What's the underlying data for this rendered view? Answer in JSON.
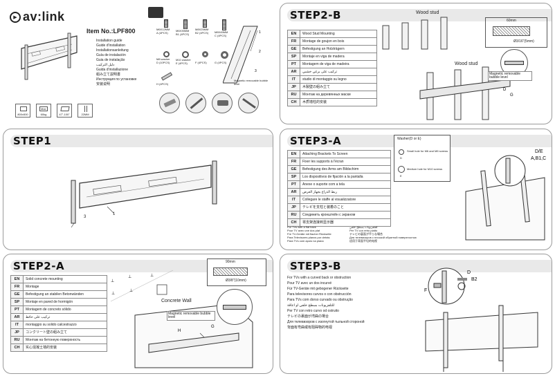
{
  "brand": {
    "name": "av:link"
  },
  "cover": {
    "item_no": "Item No.:LPF800",
    "guides": [
      "Installation guide",
      "Guide d'installation",
      "Installationsanleitung",
      "Guía de instalación",
      "Guia de instalação",
      "دليل التركيب",
      "Guida d'installazione",
      "組み立て説明書",
      "Инструкция по установке",
      "安装说明"
    ],
    "specs": [
      {
        "icon": "vesa-icon",
        "label": "800x500"
      },
      {
        "icon": "weight-icon",
        "label": "Max",
        "sub": "60kg"
      },
      {
        "icon": "screen-size-icon",
        "label": "47\"-100\""
      },
      {
        "icon": "depth-icon",
        "label": "22MM"
      }
    ],
    "screws": [
      {
        "size": "M6X12MM",
        "code": "A (4PCS)"
      },
      {
        "size": "M6X35MM",
        "code": "B1 (4PCS)"
      },
      {
        "size": "M8X25MM",
        "code": "B2 (4PCS)"
      },
      {
        "size": "M8X45MM",
        "code": "C (4PCS)"
      }
    ],
    "washers": [
      {
        "size": "M8 washer",
        "code": "D (10PCS)"
      },
      {
        "size": "M10 washer",
        "code": "E (4PCS)"
      },
      {
        "size": "",
        "code": "F (4PCS)"
      },
      {
        "size": "",
        "code": "G (4PCS)"
      }
    ],
    "anchor_code": "H (4PCS)",
    "bubble_level": "Magnetic removable bubble level",
    "parts": [
      "1",
      "2",
      "3"
    ]
  },
  "step1": {
    "title": "STEP1",
    "labels": [
      "1",
      "3"
    ]
  },
  "step2a": {
    "title": "STEP2-A",
    "rows": [
      {
        "code": "EN",
        "text": "Solid concrete mounting"
      },
      {
        "code": "FR",
        "text": "Montage"
      },
      {
        "code": "GE",
        "text": "Befestigung an stabilen Betonwänden"
      },
      {
        "code": "SP",
        "text": "Montaje en pared de hormigón"
      },
      {
        "code": "PT",
        "text": "Montagem de concreto sólido"
      },
      {
        "code": "AR",
        "text": "تركيب على حائط"
      },
      {
        "code": "IT",
        "text": "montaggio su solido calcestrazzo"
      },
      {
        "code": "JP",
        "text": "コンクリート壁の組み立て"
      },
      {
        "code": "RU",
        "text": "Монтаж на бетонную поверхность"
      },
      {
        "code": "CH",
        "text": "实心混凝土墙的安装"
      }
    ],
    "dim": "90mm",
    "drill": "Ø3/8\"(10mm)",
    "wall_label": "Concrete Wall",
    "level_label": "Magnetic removable bubble level",
    "letters": [
      "H",
      "G"
    ]
  },
  "step2b": {
    "title": "STEP2-B",
    "rows": [
      {
        "code": "EN",
        "text": "Wood Stud Mounting"
      },
      {
        "code": "FR",
        "text": "Montage de goujon en bois"
      },
      {
        "code": "GE",
        "text": "Befestigung an Holzträgern"
      },
      {
        "code": "SP",
        "text": "Montaje en viga de madera"
      },
      {
        "code": "PT",
        "text": "Montagem de viga de madeira"
      },
      {
        "code": "AR",
        "text": "تركيب على برغي خشبي"
      },
      {
        "code": "IT",
        "text": "studio di montaggio su legno"
      },
      {
        "code": "JP",
        "text": "木製壁の組み立て"
      },
      {
        "code": "RU",
        "text": "Монтаж на деревянных маски"
      },
      {
        "code": "CH",
        "text": "木质墙柱的安装"
      }
    ],
    "stud_label": "Wood stud",
    "stud_label2": "Wood stud",
    "dim": "60mm",
    "drill": "Ø3/16\"(5mm)",
    "level_label": "Magnetic removable bubble level",
    "letters": [
      "D",
      "G"
    ]
  },
  "step3a": {
    "title": "STEP3-A",
    "rows": [
      {
        "code": "EN",
        "text": "Attaching Brackets To Screen"
      },
      {
        "code": "FR",
        "text": "Fixer les supports à l'écran"
      },
      {
        "code": "GE",
        "text": "Befestigung des Arms am Bildschirm"
      },
      {
        "code": "SP",
        "text": "Los dispositivos de fijación a la pantalla"
      },
      {
        "code": "PT",
        "text": "Anexe o suporte com a tela"
      },
      {
        "code": "AR",
        "text": "ربط الذراع بجهاز العرض"
      },
      {
        "code": "IT",
        "text": "Collegare le staffe al visualizzatore"
      },
      {
        "code": "JP",
        "text": "テレビを支柱と装着のこと"
      },
      {
        "code": "RU",
        "text": "Соединить кронштейн с экраном"
      },
      {
        "code": "CH",
        "text": "将支架连接到显示器"
      }
    ],
    "flat_notes": [
      "For TVs with a flat back",
      "Pour TV avec une dos plat",
      "Für TV-Geräte mit flacher Rückseite",
      "Para Televisores planos por detrás",
      "Para TVs com apoio na plana"
    ],
    "flat_notes_right": [
      "للتلفزيونات بسطح خلفي",
      "Per TV con retro piatto",
      "テレビの裏面が平らな場合",
      "Для телевизоров с плоской обратной поверхностью",
      "适用于背面平坦的电视"
    ],
    "washer_title": "Washer(D or E)",
    "washer_notes": [
      {
        "letter": "D",
        "text": "Small hole for M6 and M8 screws"
      },
      {
        "letter": "E",
        "text": "Medium hole for M10 screws"
      }
    ],
    "screw_labels": [
      "D/E",
      "A,B1,C"
    ]
  },
  "step3b": {
    "title": "STEP3-B",
    "notes": [
      "For TVs with a curved back or obstruction",
      "Pour TV avec un dos incurvé",
      "Für TV-Geräte mit gebogener Rückseite",
      "Para televisores curvos o con obstrucción",
      "Para TVs com dorso curvado ou obstrução",
      "للتلفزيونات بسطح خلفي او اعاقة",
      "Per TV con retro curvo od ostruito",
      "テレビの裏面が湾曲の場合",
      "Для телевизоров с изогнутой тыльной стороной",
      "背面有弯曲或有阻碍物的电视"
    ],
    "letters": [
      "D",
      "B2",
      "F"
    ]
  }
}
